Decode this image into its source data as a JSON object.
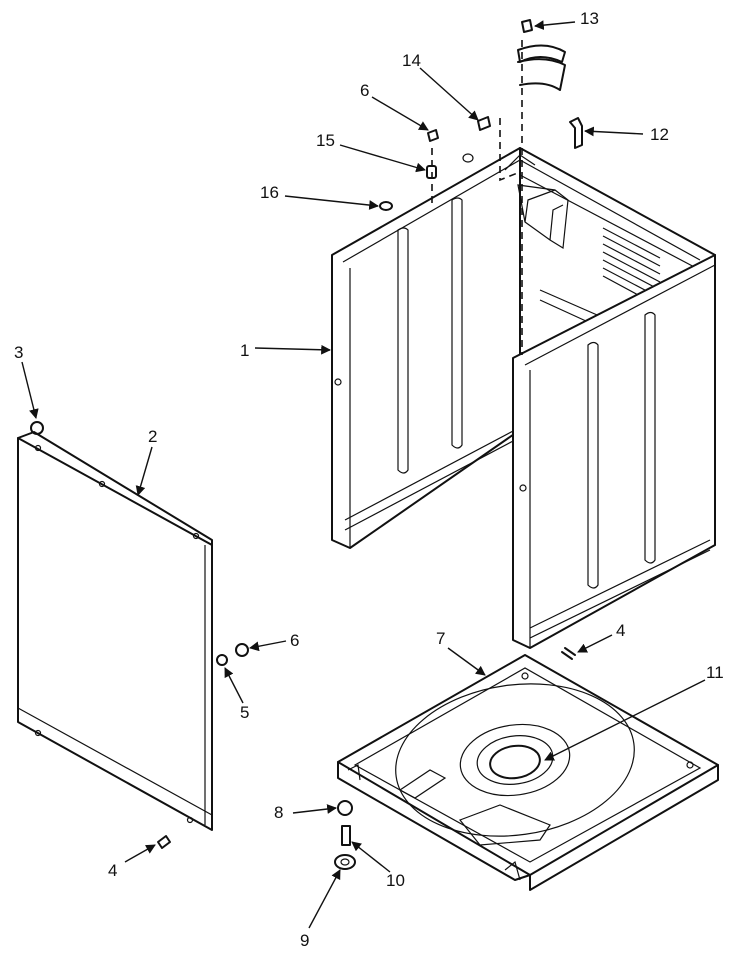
{
  "diagram": {
    "callouts": [
      {
        "id": "c1",
        "label": "1"
      },
      {
        "id": "c2",
        "label": "2"
      },
      {
        "id": "c3",
        "label": "3"
      },
      {
        "id": "c4a",
        "label": "4"
      },
      {
        "id": "c4b",
        "label": "4"
      },
      {
        "id": "c5",
        "label": "5"
      },
      {
        "id": "c6a",
        "label": "6"
      },
      {
        "id": "c6b",
        "label": "6"
      },
      {
        "id": "c7",
        "label": "7"
      },
      {
        "id": "c8",
        "label": "8"
      },
      {
        "id": "c9",
        "label": "9"
      },
      {
        "id": "c10",
        "label": "10"
      },
      {
        "id": "c11",
        "label": "11"
      },
      {
        "id": "c12",
        "label": "12"
      },
      {
        "id": "c13",
        "label": "13"
      },
      {
        "id": "c14",
        "label": "14"
      },
      {
        "id": "c15",
        "label": "15"
      },
      {
        "id": "c16",
        "label": "16"
      }
    ]
  }
}
